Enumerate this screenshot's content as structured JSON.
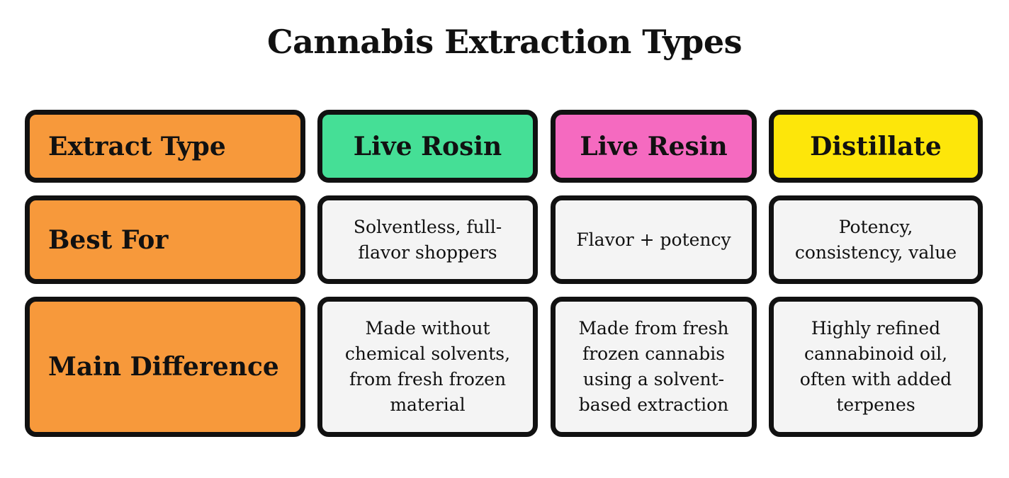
{
  "title": "Cannabis Extraction Types",
  "colors": {
    "row_header_bg": "#f7993b",
    "live_rosin_bg": "#45df96",
    "live_resin_bg": "#f56ac0",
    "distillate_bg": "#fde60a",
    "body_cell_bg": "#f4f4f4",
    "border": "#111111"
  },
  "table": {
    "corner_label": "Extract Type",
    "columns": [
      "Live Rosin",
      "Live Resin",
      "Distillate"
    ],
    "rows": [
      {
        "label": "Best For",
        "cells": [
          "Solventless, full-flavor shoppers",
          "Flavor + potency",
          "Potency, consistency, value"
        ]
      },
      {
        "label": "Main Difference",
        "cells": [
          "Made without chemical solvents, from fresh frozen material",
          "Made from fresh frozen cannabis using a solvent-based extraction",
          "Highly refined cannabinoid oil, often with added terpenes"
        ]
      }
    ]
  }
}
